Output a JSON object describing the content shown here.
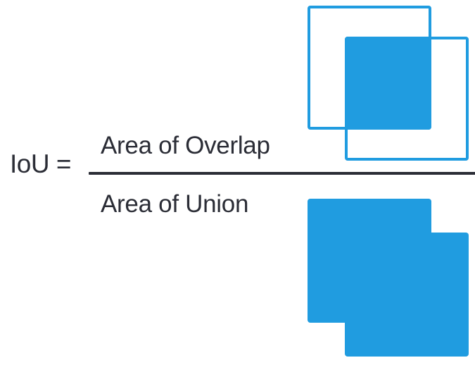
{
  "figure": {
    "title": "Intersection over Union (IoU) formula diagram",
    "formula": {
      "lhs": "IoU =",
      "numerator": "Area of Overlap",
      "denominator": "Area of Union"
    },
    "colors": {
      "accent_blue": "#209ce0",
      "text_dark": "#2b2d36",
      "background": "#ffffff"
    },
    "diagrams": {
      "overlap": {
        "label": "Area of Overlap",
        "description": "Two outlined squares with their intersection filled solid blue",
        "box_a": "outlined-square-top-left",
        "box_b": "outlined-square-bottom-right",
        "intersection": "filled-intersection-region"
      },
      "union": {
        "label": "Area of Union",
        "description": "Two overlapping squares filled solid blue forming a stepped union shape",
        "box_a": "filled-square-top-left",
        "box_b": "filled-square-bottom-right"
      }
    }
  }
}
